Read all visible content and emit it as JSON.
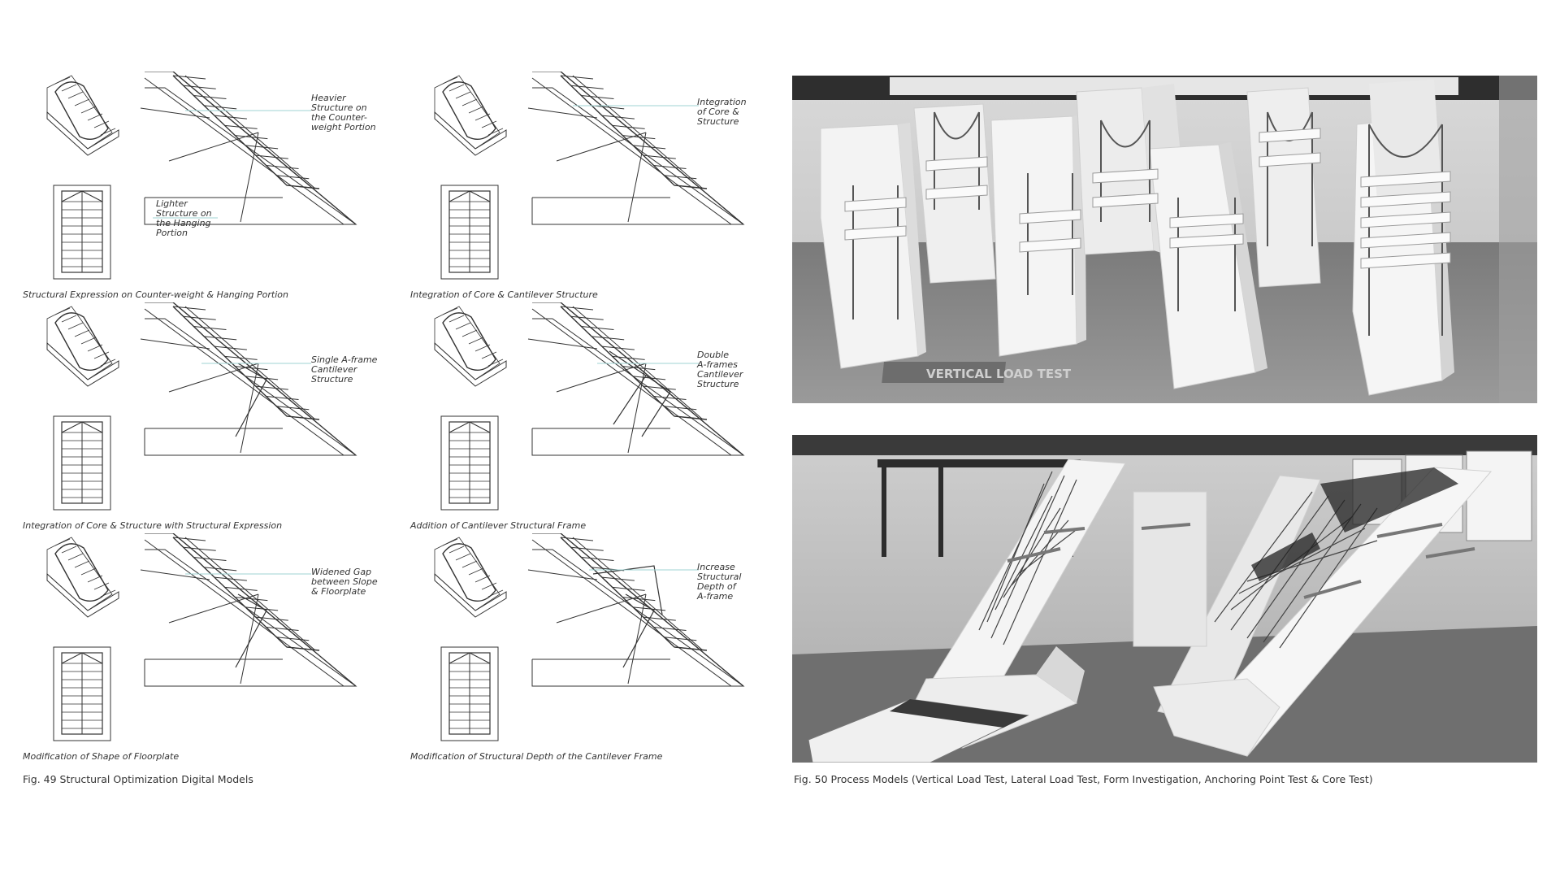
{
  "diagrams": [
    {
      "caption": "Structural Expression on Counter-weight & Hanging Portion",
      "annotations": [
        {
          "lines": [
            "Heavier",
            "Structure on",
            "the Counter-",
            "weight Portion"
          ]
        },
        {
          "lines": [
            "Lighter",
            "Structure on",
            "the Hanging",
            "Portion"
          ]
        }
      ]
    },
    {
      "caption": "Integration of Core & Cantilever Structure",
      "annotations": [
        {
          "lines": [
            "Integration",
            "of Core &",
            "Structure"
          ]
        }
      ]
    },
    {
      "caption": "Integration of Core & Structure with Structural Expression",
      "annotations": [
        {
          "lines": [
            "Single A-frame",
            "Cantilever",
            "Structure"
          ]
        }
      ]
    },
    {
      "caption": "Addition of Cantilever Structural Frame",
      "annotations": [
        {
          "lines": [
            "Double",
            "A-frames",
            "Cantilever",
            "Structure"
          ]
        }
      ]
    },
    {
      "caption": "Modification of Shape of Floorplate",
      "annotations": [
        {
          "lines": [
            "Widened Gap",
            "between Slope",
            "& Floorplate"
          ]
        }
      ]
    },
    {
      "caption": "Modification of Structural Depth of the Cantilever Frame",
      "annotations": [
        {
          "lines": [
            "Increase",
            "Structural",
            "Depth of",
            "A-frame"
          ]
        }
      ]
    }
  ],
  "fig49_caption": "Fig. 49 Structural Optimization Digital Models",
  "fig50_caption": "Fig. 50 Process Models (Vertical Load Test, Lateral Load Test, Form Investigation, Anchoring Point Test & Core Test)",
  "photo_top_sign": "VERTICAL LOAD TEST",
  "colors": {
    "annotation_leader": "#9fd3d3",
    "line": "#333333",
    "photo_bg": "#8a8a8a"
  }
}
